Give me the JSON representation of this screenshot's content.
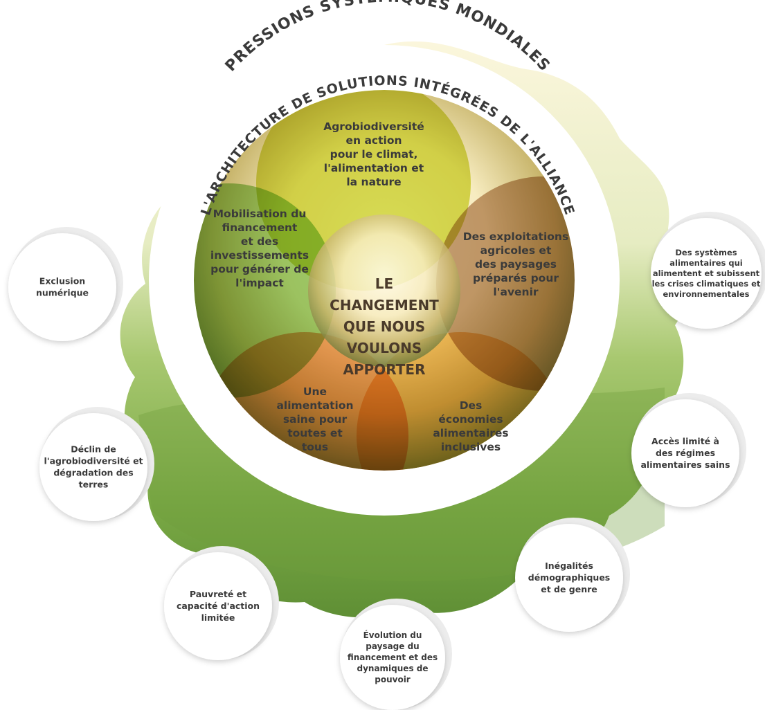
{
  "outer_title": "PRESSIONS SYSTÉMIQUES MONDIALES",
  "inner_title": "L'ARCHITECTURE DE SOLUTIONS INTÉGRÉES DE L'ALLIANCE",
  "center": {
    "lines": [
      "LE",
      "CHANGEMENT",
      "QUE NOUS",
      "VOULONS",
      "APPORTER"
    ]
  },
  "solutions": [
    {
      "id": "agrobiodiversity",
      "color": "#cfd93a",
      "lines": [
        "Agrobiodiversité",
        "en action",
        "pour le climat,",
        "l'alimentation et",
        "la nature"
      ]
    },
    {
      "id": "farms",
      "color": "#b88e6a",
      "lines": [
        "Des exploitations",
        "agricoles et",
        "des paysages",
        "préparés pour",
        "l'avenir"
      ]
    },
    {
      "id": "economies",
      "color": "#f5bd55",
      "lines": [
        "Des",
        "économies",
        "alimentaires",
        "inclusives"
      ]
    },
    {
      "id": "healthy-food",
      "color": "#f39a57",
      "lines": [
        "Une",
        "alimentation",
        "saine pour",
        "toutes et",
        "tous"
      ]
    },
    {
      "id": "finance",
      "color": "#8cc863",
      "lines": [
        "Mobilisation du",
        "financement",
        "et des",
        "investissements",
        "pour générer de",
        "l'impact"
      ]
    }
  ],
  "pressures": [
    {
      "id": "digital-exclusion",
      "lines": [
        "Exclusion",
        "numérique"
      ]
    },
    {
      "id": "agrobiodiversity-decline",
      "lines": [
        "Déclin de",
        "l'agrobiodiversité et",
        "dégradation des",
        "terres"
      ]
    },
    {
      "id": "poverty",
      "lines": [
        "Pauvreté et",
        "capacité d'action",
        "limitée"
      ]
    },
    {
      "id": "finance-landscape",
      "lines": [
        "Évolution du",
        "paysage du",
        "financement et des",
        "dynamiques de",
        "pouvoir"
      ]
    },
    {
      "id": "inequalities",
      "lines": [
        "Inégalités",
        "démographiques",
        "et de genre"
      ]
    },
    {
      "id": "healthy-diets",
      "lines": [
        "Accès limité à",
        "des régimes",
        "alimentaires sains"
      ]
    },
    {
      "id": "food-systems-crises",
      "lines": [
        "Des systèmes",
        "alimentaires qui",
        "alimentent et subissent",
        "les crises climatiques et",
        "environnementales"
      ]
    }
  ],
  "colors": {
    "text_dark": "#3a3a3a",
    "center_text": "#4a3a2a",
    "sky_top": "#fbf3d2",
    "grass": "#7fae4a"
  }
}
